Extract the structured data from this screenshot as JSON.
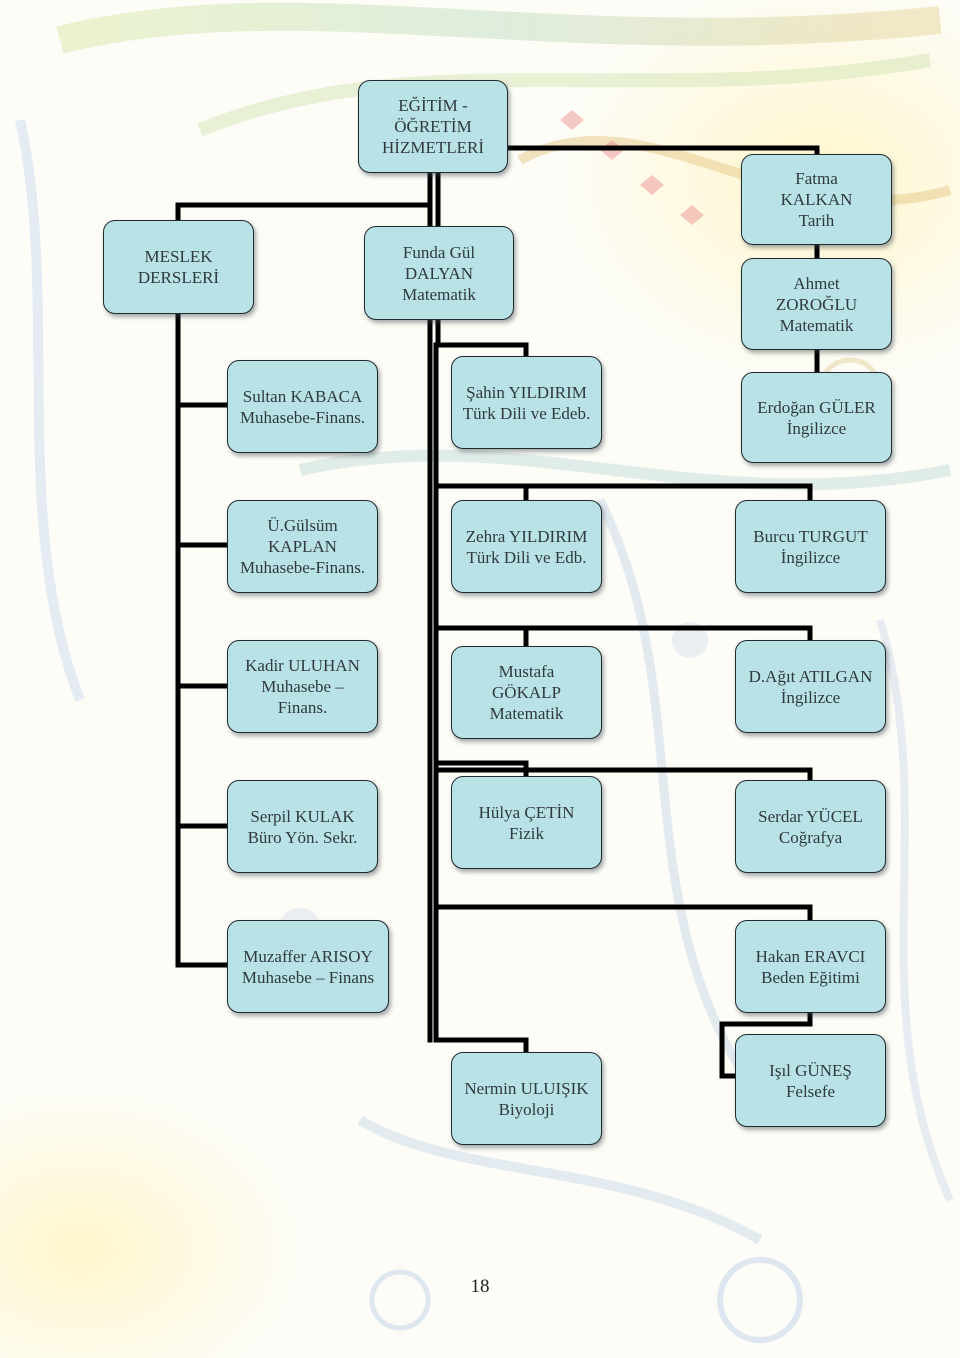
{
  "colors": {
    "box_fill": "#b9e2e6",
    "box_border": "#1f2a2c",
    "connector": "#000000",
    "text": "#2f3a3f"
  },
  "nodes": {
    "root": {
      "lines": [
        "EĞİTİM -",
        "ÖĞRETİM",
        "HİZMETLERİ"
      ]
    },
    "meslek": {
      "lines": [
        "MESLEK",
        "DERSLERİ"
      ]
    },
    "funda": {
      "lines": [
        "Funda Gül",
        "DALYAN",
        "Matematik"
      ]
    },
    "fatma": {
      "lines": [
        "Fatma",
        "KALKAN",
        "Tarih"
      ]
    },
    "ahmet": {
      "lines": [
        "Ahmet",
        "ZOROĞLU",
        "Matematik"
      ]
    },
    "sultan": {
      "lines": [
        "Sultan KABACA",
        "Muhasebe-Finans."
      ]
    },
    "sahin": {
      "lines": [
        "Şahin YILDIRIM",
        "Türk Dili ve Edeb."
      ]
    },
    "erdogan": {
      "lines": [
        "Erdoğan GÜLER",
        "İngilizce"
      ]
    },
    "gulsum": {
      "lines": [
        "Ü.Gülsüm",
        "KAPLAN",
        "Muhasebe-Finans."
      ]
    },
    "zehra": {
      "lines": [
        "Zehra YILDIRIM",
        "Türk Dili ve Edb."
      ]
    },
    "burcu": {
      "lines": [
        "Burcu TURGUT",
        "İngilizce"
      ]
    },
    "kadir": {
      "lines": [
        "Kadir ULUHAN",
        "Muhasebe –",
        "Finans."
      ]
    },
    "mustafa": {
      "lines": [
        "Mustafa",
        "GÖKALP",
        "Matematik"
      ]
    },
    "agit": {
      "lines": [
        "D.Ağıt ATILGAN",
        "İngilizce"
      ]
    },
    "serpil": {
      "lines": [
        "Serpil KULAK",
        "Büro Yön. Sekr."
      ]
    },
    "hulya": {
      "lines": [
        "Hülya ÇETİN",
        "Fizik"
      ]
    },
    "serdar": {
      "lines": [
        "Serdar YÜCEL",
        "Coğrafya"
      ]
    },
    "muzaffer": {
      "lines": [
        "Muzaffer ARISOY",
        "Muhasebe – Finans"
      ]
    },
    "hakan": {
      "lines": [
        "Hakan ERAVCI",
        "Beden Eğitimi"
      ]
    },
    "nermin": {
      "lines": [
        "Nermin ULUIŞIK",
        "Biyoloji"
      ]
    },
    "isil": {
      "lines": [
        "Işıl GÜNEŞ",
        "Felsefe"
      ]
    }
  },
  "page_number": "18"
}
